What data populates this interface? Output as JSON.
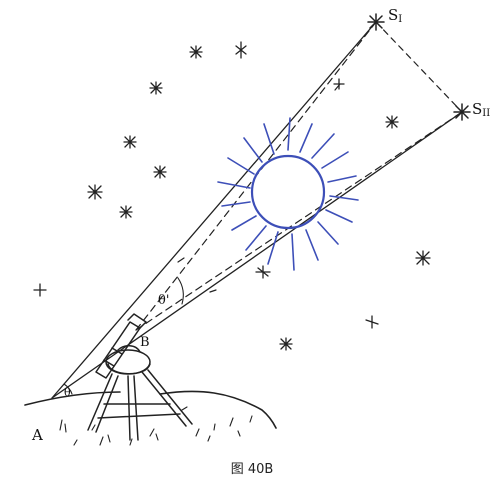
{
  "labels": {
    "star_1": "S",
    "star_1_sub": "I",
    "star_2": "S",
    "star_2_sub": "II",
    "point_a": "A",
    "point_b": "B",
    "angle_theta": "θ",
    "angle_theta_prime": "θ'"
  },
  "caption": "图 40B",
  "colors": {
    "ink": "#222222",
    "sun": "#3d4fb8",
    "background": "#ffffff"
  }
}
